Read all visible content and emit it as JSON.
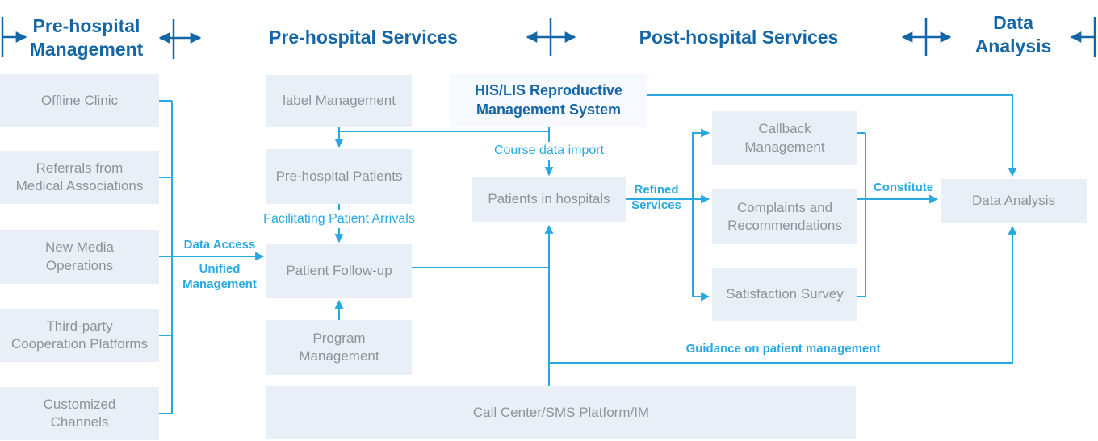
{
  "colors": {
    "header_blue": "#1566a7",
    "accent_blue": "#29a9e2",
    "box_fill": "#e9eff7",
    "box_text_gray": "#8d939c",
    "highlight_box_fill": "#f6f9fd",
    "background": "#ffffff"
  },
  "headers": [
    "Pre-hospital\nManagement",
    "Pre-hospital Services",
    "Post-hospital Services",
    "Data\nAnalysis"
  ],
  "channels": [
    "Offline Clinic",
    "Referrals from\nMedical Associations",
    "New Media\nOperations",
    "Third-party\nCooperation Platforms",
    "Customized\nChannels"
  ],
  "pre_hospital_services": {
    "label_management": "label Management",
    "pre_hospital_patients": "Pre-hospital Patients",
    "patient_follow_up": "Patient Follow-up",
    "program_management": "Program\nManagement"
  },
  "hospital_system": {
    "his_lis": "HIS/LIS Reproductive\nManagement System",
    "patients_in_hospitals": "Patients in hospitals"
  },
  "post_hospital_services": [
    "Callback\nManagement",
    "Complaints and\nRecommendations",
    "Satisfaction Survey"
  ],
  "data_analysis": "Data Analysis",
  "platform": "Call Center/SMS Platform/IM",
  "flow_labels": {
    "data_access": "Data Access",
    "unified_management": "Unified\nManagement",
    "facilitating_patient_arrivals": "Facilitating Patient Arrivals",
    "course_data_import": "Course data import",
    "refined_services": "Refined\nServices",
    "constitute": "Constitute",
    "guidance": "Guidance on patient management"
  }
}
